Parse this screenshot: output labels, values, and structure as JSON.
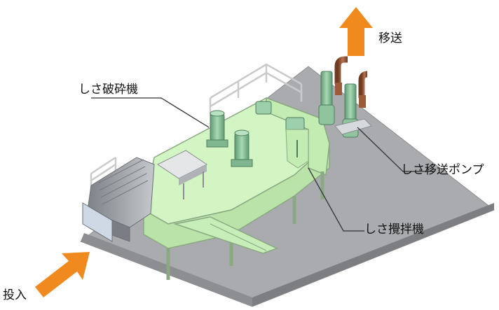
{
  "labels": {
    "crusher": "しさ破砕機",
    "transfer_pump": "しさ移送ポンプ",
    "agitator": "しさ攪拌機",
    "transfer": "移送",
    "input": "投入"
  },
  "colors": {
    "machine_green": "#d3f5c4",
    "machine_edge": "#8aa882",
    "base_plate": "#a9abae",
    "arrow_orange": "#f08a1e",
    "hopper_grey": "#9ea2a8",
    "pipe_brown": "#9a5a3a",
    "motor_green": "#7fb58f"
  }
}
